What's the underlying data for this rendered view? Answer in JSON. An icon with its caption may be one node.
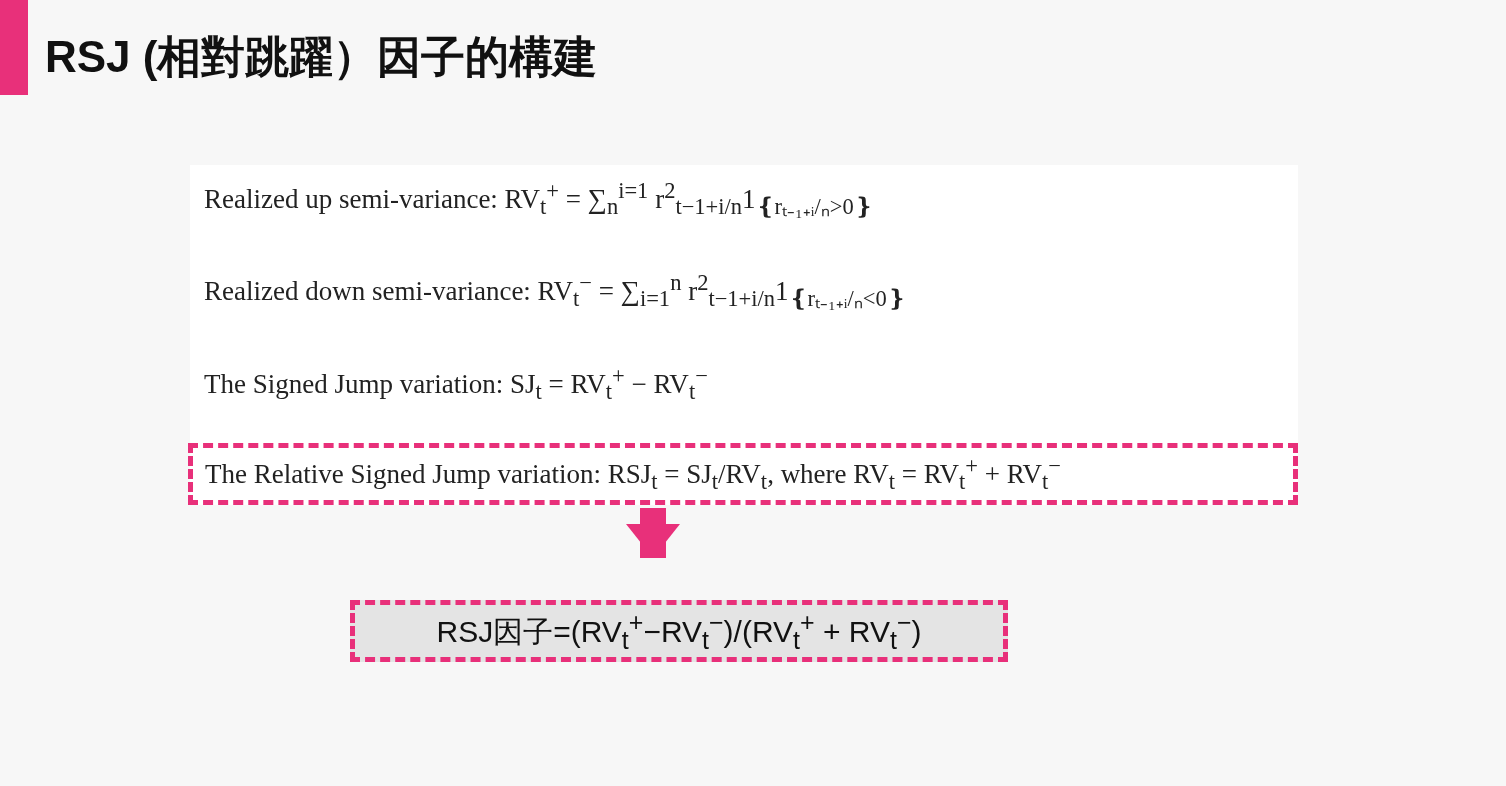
{
  "diagram": {
    "title": "RSJ (相對跳躍）因子的構建",
    "nodes": [
      {
        "text": [
          "The Relative Signed Jump variation: RSJ$_{t}$ = SJ$_{t}$/RV$_{t}$, where RV$_{t}$ = RV$_{t}$$^{+}$ + RV$_{t}$$^{−}$"
        ]
      },
      {
        "text": [
          "RSJ因子=(RV$_{t}$$^{+}$−RV$_{t}$$^{−}$)/(RV$_{t}$$^{+}$ + RV$_{t}$$^{−}$)"
        ]
      }
    ],
    "edges": [
      {
        "from": 0,
        "to": 1,
        "arrow": "to"
      }
    ],
    "labels": [
      "Realized up semi-variance: RV$_{t}$$^{+}$ = ∑$_{n}$$^{i=1}$ r$^{2}$$_{t−1+i/n}$1$_{❴rₜ₋₁₊ᵢ/ₙ>0❵}$",
      "Realized down semi-variance: RV$_{t}$$^{−}$ = ∑$_{i=1}$$^{n}$ r$^{2}$$_{t−1+i/n}$1$_{❴rₜ₋₁₊ᵢ/ₙ<0❵}$",
      "The Signed Jump variation: SJ$_{t}$ = RV$_{t}$$^{+}$ − RV$_{t}$$^{−}$"
    ]
  }
}
